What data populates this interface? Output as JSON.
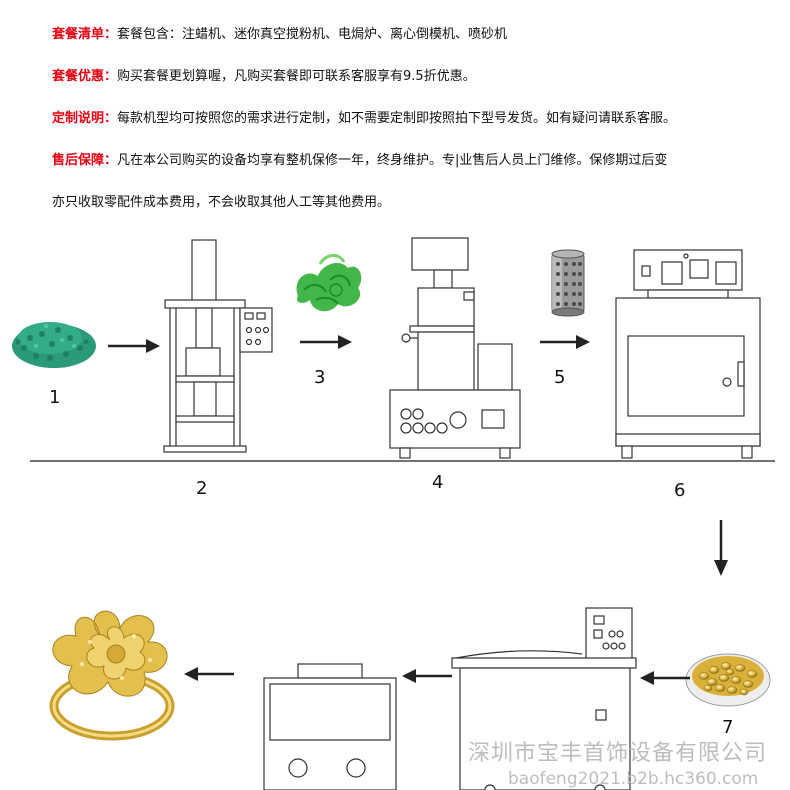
{
  "info_rows": [
    {
      "label": "套餐清单：",
      "text": "套餐包含：注蜡机、迷你真空搅粉机、电焗炉、离心倒模机、喷砂机"
    },
    {
      "label": "套餐优惠：",
      "text": "购买套餐更划算喔，凡购买套餐即可联系客服享有9.5折优惠。"
    },
    {
      "label": "定制说明：",
      "text": "每款机型均可按照您的需求进行定制，如不需要定制即按照拍下型号发货。如有疑问请联系客服。"
    },
    {
      "label": "售后保障：",
      "text": "凡在本公司购买的设备均享有整机保修一年，终身维护。专|业售后人员上门维修。保修期过后变"
    }
  ],
  "info_continuation": "亦只收取零配件成本费用，不会收取其他人工等其他费用。",
  "steps": {
    "s1": "1",
    "s2": "2",
    "s3": "3",
    "s4": "4",
    "s5": "5",
    "s6": "6",
    "s7": "7"
  },
  "watermark": {
    "company": "深圳市宝丰首饰设备有限公司",
    "site": "baofeng2021.b2b.hc360.com"
  },
  "colors": {
    "label_red": "#e60012",
    "wax_green": "#2fa57f",
    "mold_green": "#3fb34a",
    "gold": "#d9b13a",
    "line": "#333333",
    "watermark": "#bdbdbd"
  }
}
